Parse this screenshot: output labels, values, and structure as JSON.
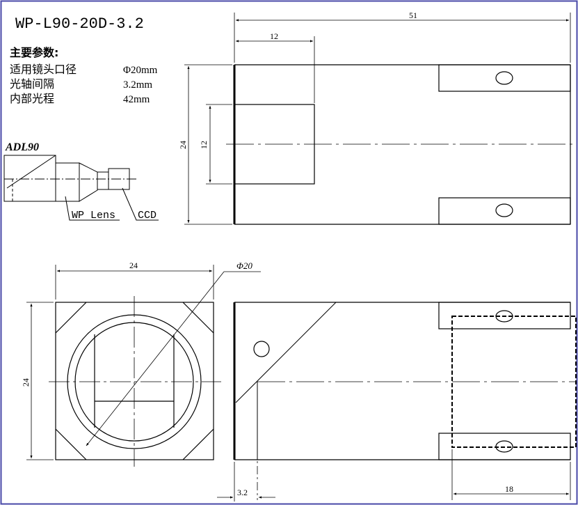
{
  "title": "WP-L90-20D-3.2",
  "params": {
    "heading": "主要参数:",
    "rows": [
      {
        "label": "适用镜头口径",
        "value": "Φ20mm"
      },
      {
        "label": "光轴间隔",
        "value": "3.2mm"
      },
      {
        "label": "内部光程",
        "value": "42mm"
      }
    ]
  },
  "schematic": {
    "adl_label": "ADL90",
    "lens_label": "WP Lens",
    "ccd_label": "CCD"
  },
  "dimensions": {
    "top_length": "51",
    "top_inner": "12",
    "top_height": "24",
    "top_inner_height": "12",
    "front_width": "24",
    "front_height": "24",
    "diameter": "Φ20",
    "offset": "3.2",
    "slot": "18"
  },
  "colors": {
    "frame": "#4a4aa8",
    "line": "#000000"
  }
}
